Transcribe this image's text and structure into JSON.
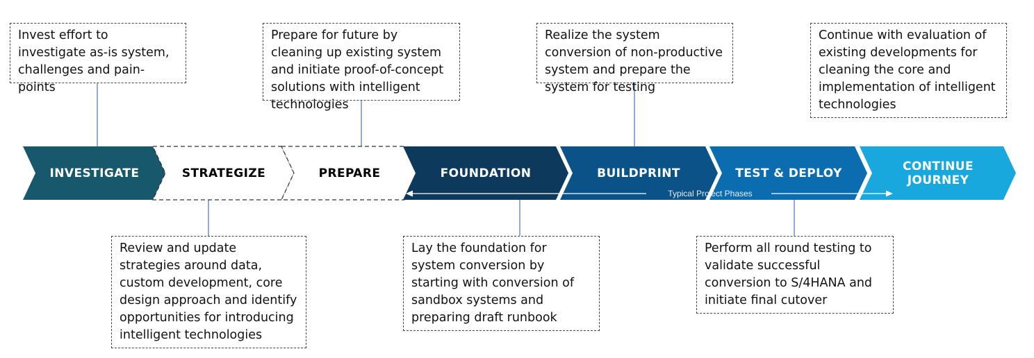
{
  "phases": [
    {
      "label": "INVESTIGATE",
      "color": "#17586c",
      "text_color": "#ffffff",
      "style": "filled"
    },
    {
      "label": "STRATEGIZE",
      "color": "#ffffff",
      "text_color": "#000000",
      "style": "dashed-outline"
    },
    {
      "label": "PREPARE",
      "color": "#ffffff",
      "text_color": "#000000",
      "style": "dashed-outline"
    },
    {
      "label": "FOUNDATION",
      "color": "#0d3a5c",
      "text_color": "#ffffff",
      "style": "filled"
    },
    {
      "label": "BUILDPRINT",
      "color": "#0b5288",
      "text_color": "#ffffff",
      "style": "filled"
    },
    {
      "label": "TEST & DEPLOY",
      "color": "#0b6cb0",
      "text_color": "#ffffff",
      "style": "filled"
    },
    {
      "label": "CONTINUE JOURNEY",
      "label_lines": [
        "CONTINUE",
        "JOURNEY"
      ],
      "color": "#19a8dd",
      "text_color": "#ffffff",
      "style": "filled"
    }
  ],
  "timeline_caption": "Typical Project Phases",
  "notes": {
    "investigate": "Invest effort to investigate as-is system, challenges and pain-points",
    "strategize": "Review and update strategies around data, custom development, core design approach and identify opportunities for introducing intelligent technologies",
    "prepare": "Prepare for future by cleaning up existing system and initiate proof-of-concept solutions with intelligent technologies",
    "foundation": "Lay the foundation for system conversion by starting with conversion of sandbox systems and preparing draft runbook",
    "buildprint": "Realize the system conversion of non-productive system and prepare the system for testing",
    "test_deploy": "Perform all round testing to validate successful conversion to S/4HANA and initiate final cutover",
    "continue": "Continue with evaluation of existing developments for cleaning the core and implementation of intelligent technologies"
  },
  "colors": {
    "connector": "#4a72b8",
    "caption_arrow": "#ffffff"
  }
}
